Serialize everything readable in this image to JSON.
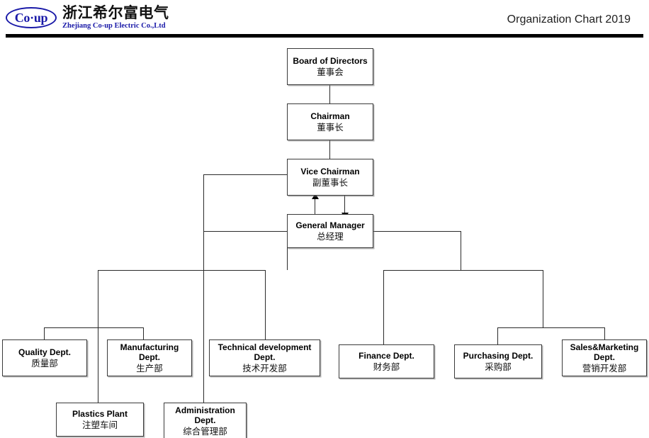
{
  "header": {
    "logo_mark": "Co·up",
    "logo_cn": "浙江希尔富电气",
    "logo_en": "Zhejiang Co-up Electric Co.,Ltd",
    "title": "Organization Chart 2019",
    "brand_color": "#1a1aa8",
    "rule_color": "#000000"
  },
  "chart_data": {
    "type": "diagram",
    "title": "Organization Chart 2019",
    "nodes": [
      {
        "id": "board",
        "en": "Board of Directors",
        "cn": "董事会"
      },
      {
        "id": "chairman",
        "en": "Chairman",
        "cn": "董事长"
      },
      {
        "id": "vice",
        "en": "Vice Chairman",
        "cn": "副董事长"
      },
      {
        "id": "gm",
        "en": "General Manager",
        "cn": "总经理"
      },
      {
        "id": "quality",
        "en": "Quality Dept.",
        "cn": "质量部"
      },
      {
        "id": "manuf",
        "en": "Manufacturing Dept.",
        "cn": "生产部"
      },
      {
        "id": "tech",
        "en": "Technical development Dept.",
        "cn": "技术开发部"
      },
      {
        "id": "finance",
        "en": "Finance Dept.",
        "cn": "财务部"
      },
      {
        "id": "purch",
        "en": "Purchasing Dept.",
        "cn": "采购部"
      },
      {
        "id": "sales",
        "en": "Sales&Marketing Dept.",
        "cn": "营销开发部"
      },
      {
        "id": "plastics",
        "en": "Plastics Plant",
        "cn": "注塑车间"
      },
      {
        "id": "admin",
        "en": "Administration Dept.",
        "cn": "综合管理部"
      }
    ],
    "edges": [
      {
        "from": "board",
        "to": "chairman",
        "style": "line"
      },
      {
        "from": "chairman",
        "to": "vice",
        "style": "line"
      },
      {
        "from": "vice",
        "to": "gm",
        "style": "double-arrow"
      },
      {
        "from": "gm",
        "to": "quality",
        "style": "line"
      },
      {
        "from": "gm",
        "to": "manuf",
        "style": "line"
      },
      {
        "from": "gm",
        "to": "tech",
        "style": "line"
      },
      {
        "from": "gm",
        "to": "finance",
        "style": "line"
      },
      {
        "from": "gm",
        "to": "purch",
        "style": "line"
      },
      {
        "from": "gm",
        "to": "sales",
        "style": "line"
      },
      {
        "from": "gm",
        "to": "plastics",
        "style": "line"
      },
      {
        "from": "vice",
        "to": "admin",
        "style": "line"
      }
    ]
  }
}
